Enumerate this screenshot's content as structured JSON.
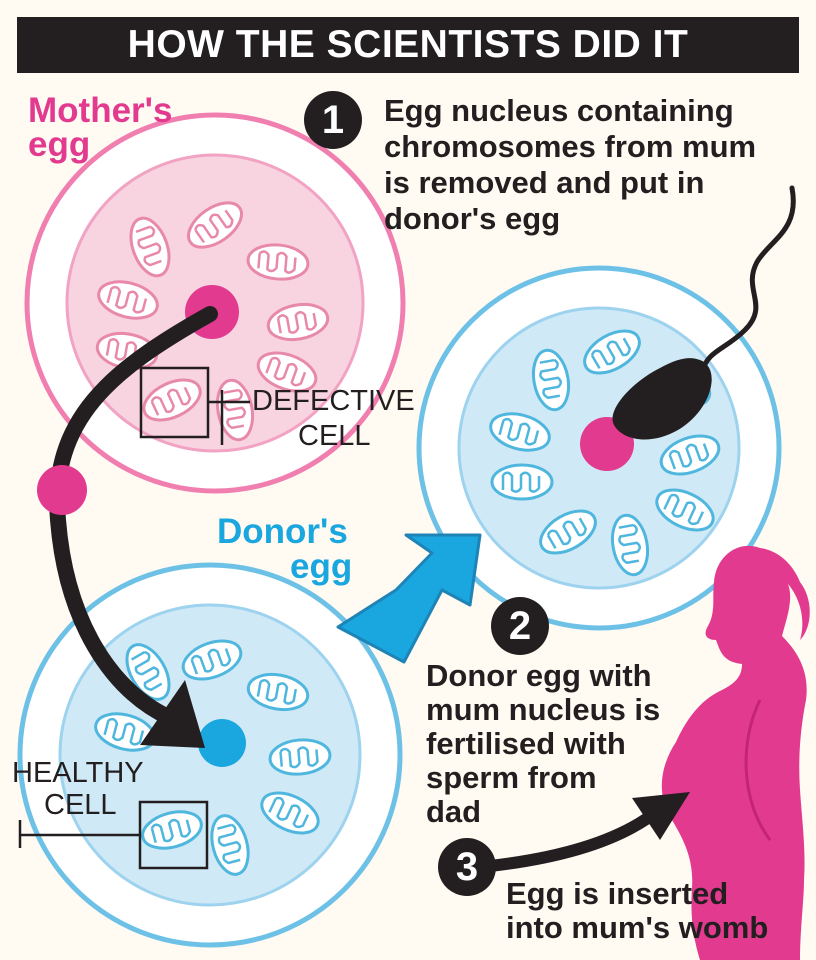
{
  "title": "HOW THE SCIENTISTS DID IT",
  "mother_egg_label": {
    "line1": "Mother's",
    "line2": "egg"
  },
  "donor_egg_label": {
    "line1": "Donor's",
    "line2": "egg"
  },
  "defective_cell_label": {
    "line1": "DEFECTIVE",
    "line2": "CELL"
  },
  "healthy_cell_label": {
    "line1": "HEALTHY",
    "line2": "CELL"
  },
  "steps": [
    {
      "number": "1",
      "lines": [
        "Egg nucleus containing",
        "chromosomes from mum",
        "is removed and put in",
        "donor's egg"
      ]
    },
    {
      "number": "2",
      "lines": [
        "Donor egg with",
        "mum nucleus is",
        "fertilised with",
        "sperm from",
        "dad"
      ]
    },
    {
      "number": "3",
      "lines": [
        "Egg is inserted",
        "into mum's womb"
      ]
    }
  ],
  "colors": {
    "ink": "#231f20",
    "pink": "#e23a8f",
    "pink_light": "#f8cbdc",
    "blue": "#1aa6df",
    "blue_light": "#cde9f6",
    "background": "#fffaf2"
  },
  "icons": [
    "egg-cell-icon",
    "mitochondrion-icon",
    "sperm-icon",
    "pregnant-woman-icon",
    "arrow-icon"
  ]
}
